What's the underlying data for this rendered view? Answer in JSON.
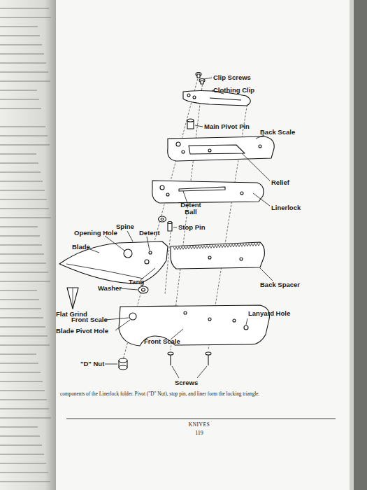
{
  "diagram": {
    "caption": "components of the Linerlock folder. Pivot (\"D\" Nut), stop pin, and liner form the locking triangle.",
    "labels": [
      "Clip Screws",
      "Clothing Clip",
      "Main Pivot Pin",
      "Back Scale",
      "Relief",
      "Detent Ball",
      "Linerlock",
      "Stop Pin",
      "Spine",
      "Opening Hole",
      "Detent",
      "Blade",
      "Washer",
      "Tang",
      "Back Spacer",
      "Flat Grind",
      "Front Scale",
      "Blade Pivot Hole",
      "Lanyard Hole",
      "Front Scale",
      "\"D\" Nut",
      "Screws",
      "KNIVES",
      "119"
    ]
  }
}
